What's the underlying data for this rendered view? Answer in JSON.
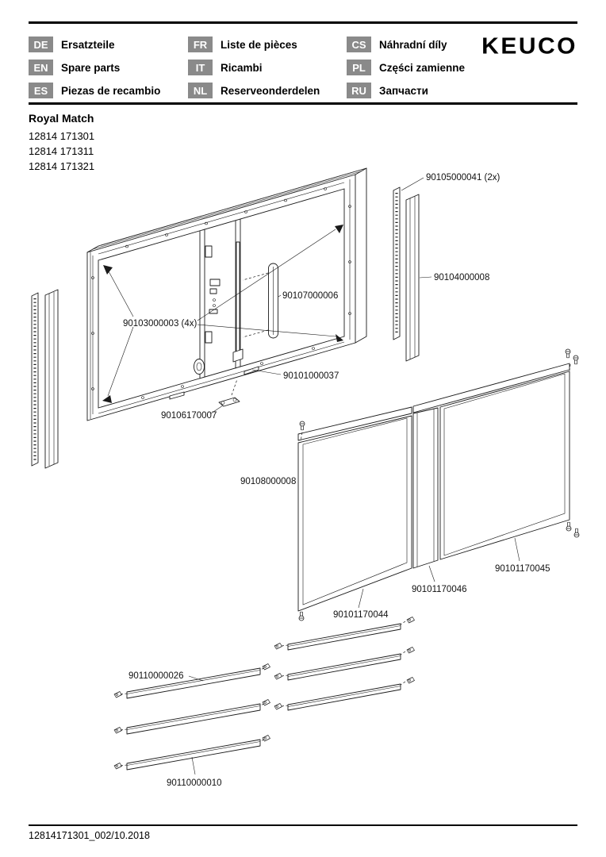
{
  "header": {
    "languages": [
      {
        "code": "DE",
        "label": "Ersatzteile"
      },
      {
        "code": "FR",
        "label": "Liste de pièces"
      },
      {
        "code": "CS",
        "label": "Náhradní díly"
      },
      {
        "code": "EN",
        "label": "Spare parts"
      },
      {
        "code": "IT",
        "label": "Ricambi"
      },
      {
        "code": "PL",
        "label": "Części zamienne"
      },
      {
        "code": "ES",
        "label": "Piezas de recambio"
      },
      {
        "code": "NL",
        "label": "Reserveonderdelen"
      },
      {
        "code": "RU",
        "label": "Запчасти"
      }
    ],
    "logo": "KEUCO"
  },
  "product": {
    "series": "Royal Match",
    "models": [
      "12814 171301",
      "12814 171311",
      "12814 171321"
    ]
  },
  "diagram": {
    "parts": {
      "p90105000041": "90105000041 (2x)",
      "p90104000008": "90104000008",
      "p90107000006": "90107000006",
      "p90103000003": "90103000003 (4x)",
      "p90101000037": "90101000037",
      "p90106170007": "90106170007",
      "p90108000008": "90108000008",
      "p90101170045": "90101170045",
      "p90101170046": "90101170046",
      "p90101170044": "90101170044",
      "p90110000026": "90110000026",
      "p90110000010": "90110000010"
    }
  },
  "colors": {
    "badge_bg": "#8a8a8a",
    "line": "#1a1a1a"
  },
  "footer": {
    "doc_code": "12814171301_002/10.2018"
  }
}
